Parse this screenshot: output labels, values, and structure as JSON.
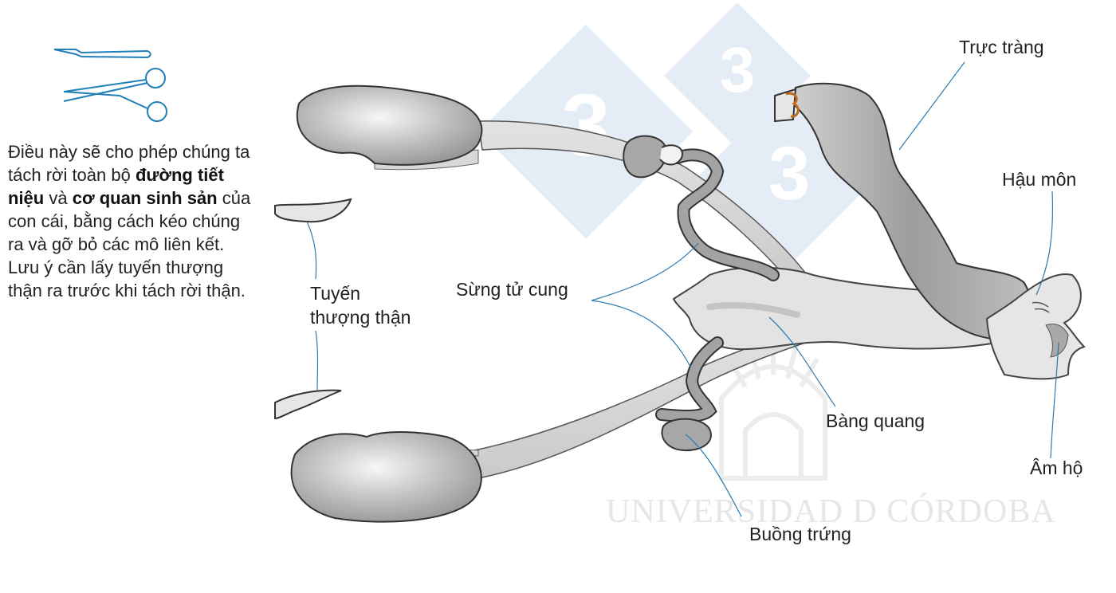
{
  "description": {
    "part1": "Điều này sẽ cho phép chúng ta tách rời toàn bộ ",
    "bold1": "đường tiết niệu",
    "part2": " và ",
    "bold2": "cơ quan sinh sản",
    "part3": " của con cái, bằng cách kéo chúng ra và gỡ bỏ các mô liên kết. Lưu ý cần lấy tuyến thượng thận ra trước khi tách rời thận."
  },
  "labels": {
    "rectum": "Trực tràng",
    "anus": "Hậu môn",
    "adrenal_line1": "Tuyến",
    "adrenal_line2": "thượng thận",
    "uterine_horn": "Sừng tử cung",
    "bladder": "Bàng quang",
    "vulva": "Âm hộ",
    "ovary": "Buồng trứng"
  },
  "watermark": {
    "number": "3",
    "institution": "UNIVERSIDAD D CÓRDOBA"
  },
  "tools": [
    "scalpel-icon",
    "scissors-icon"
  ],
  "colors": {
    "organ_fill": "#b4b4b4",
    "organ_stroke": "#333333",
    "ureter_fill": "#d6d6d6",
    "leader_line": "#2b7ab0",
    "tool_stroke": "#1f7fb8",
    "watermark_fill": "#e4ecf5",
    "suture": "#c06a1a"
  }
}
